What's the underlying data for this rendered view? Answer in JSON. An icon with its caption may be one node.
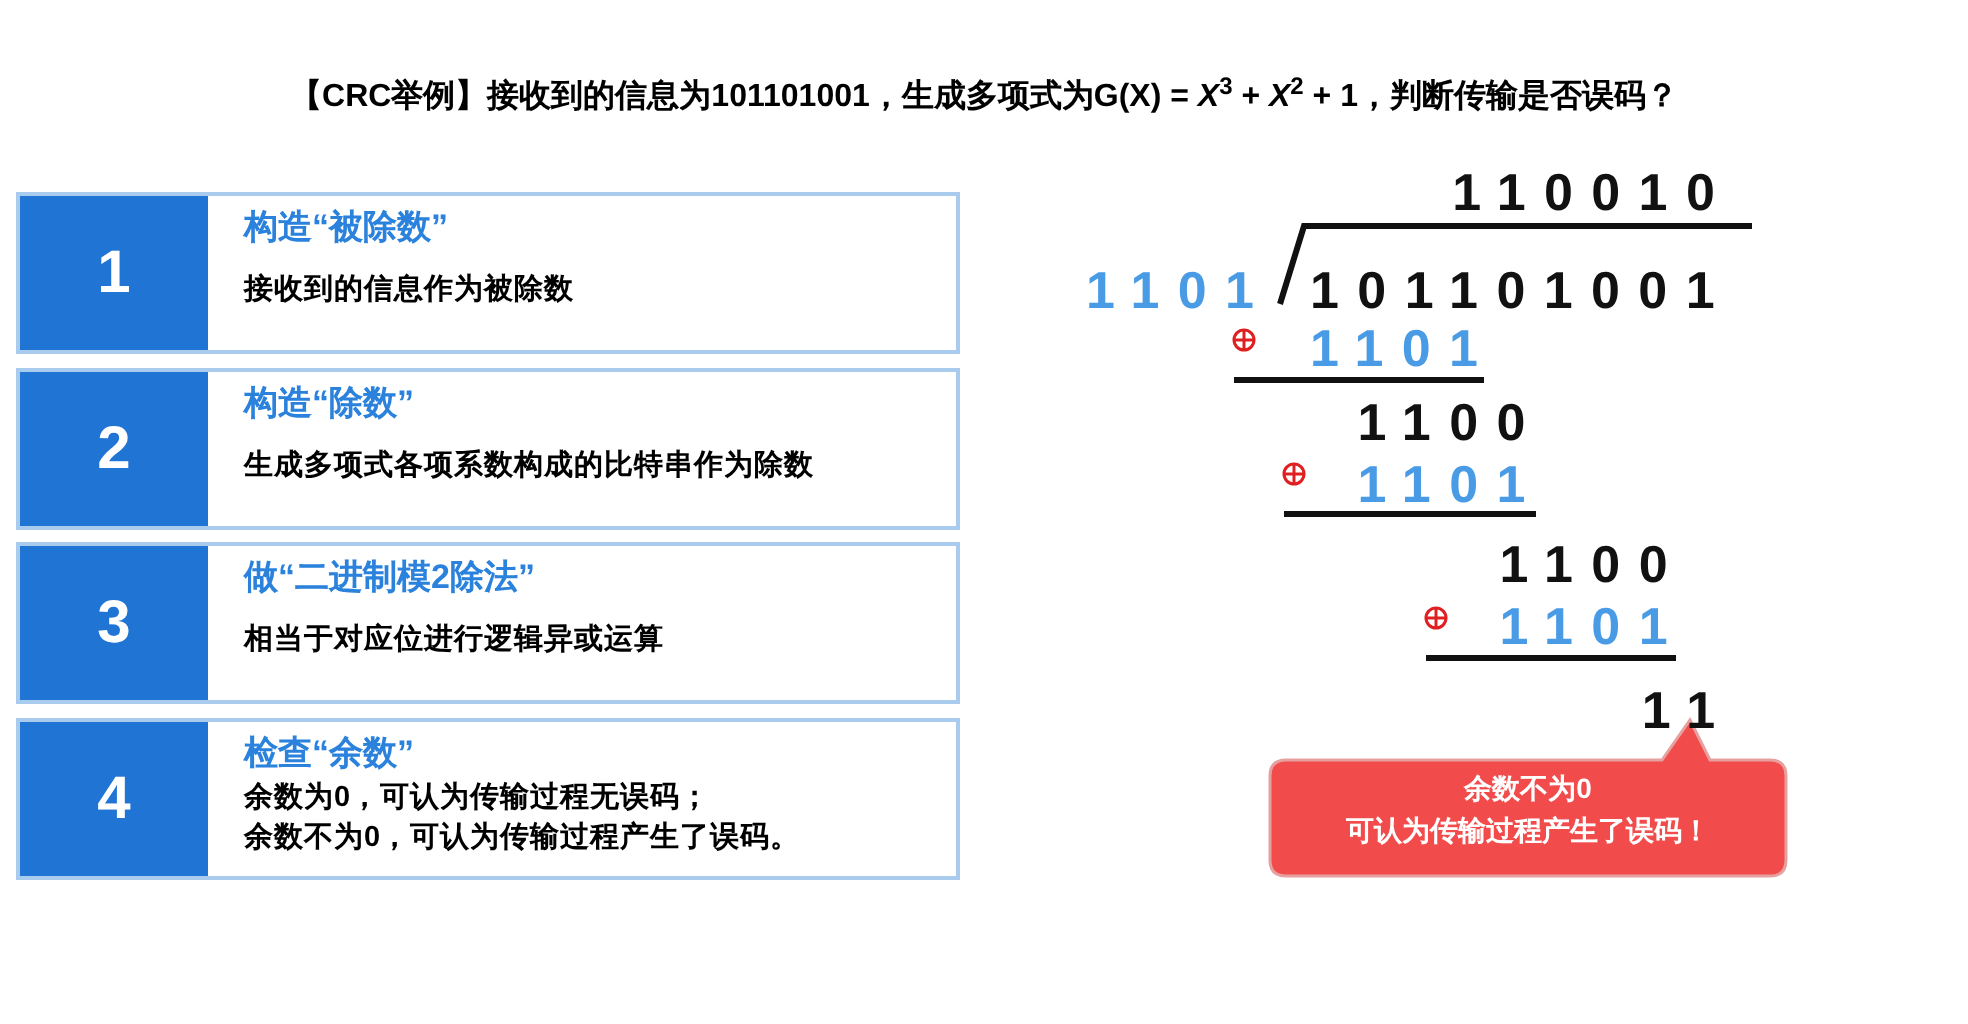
{
  "diagram": {
    "title": "【CRC举例】接收到的信息为101101001，生成多项式为G(X) = *X*$^{3}$ + *X*$^{2}$ + 1，判断传输是否误码？",
    "nodes": [
      {
        "text": [
          "1",
          "构造“被除数”",
          "接收到的信息作为被除数"
        ]
      },
      {
        "text": [
          "2",
          "构造“除数”",
          "生成多项式各项系数构成的比特串作为除数"
        ]
      },
      {
        "text": [
          "3",
          "做“二进制模2除法”",
          "相当于对应位进行逻辑异或运算"
        ]
      },
      {
        "text": [
          "4",
          "检查“余数”",
          "余数为0，可认为传输过程无误码；",
          "余数不为0，可认为传输过程产生了误码。"
        ]
      },
      {
        "text": [
          "余数不为0",
          "可认为传输过程产生了误码！"
        ]
      }
    ],
    "edges": [],
    "labels": [
      "110010",
      "1101",
      "101101001",
      "1101",
      "1100",
      "1101",
      "1100",
      "1101",
      "11"
    ]
  }
}
